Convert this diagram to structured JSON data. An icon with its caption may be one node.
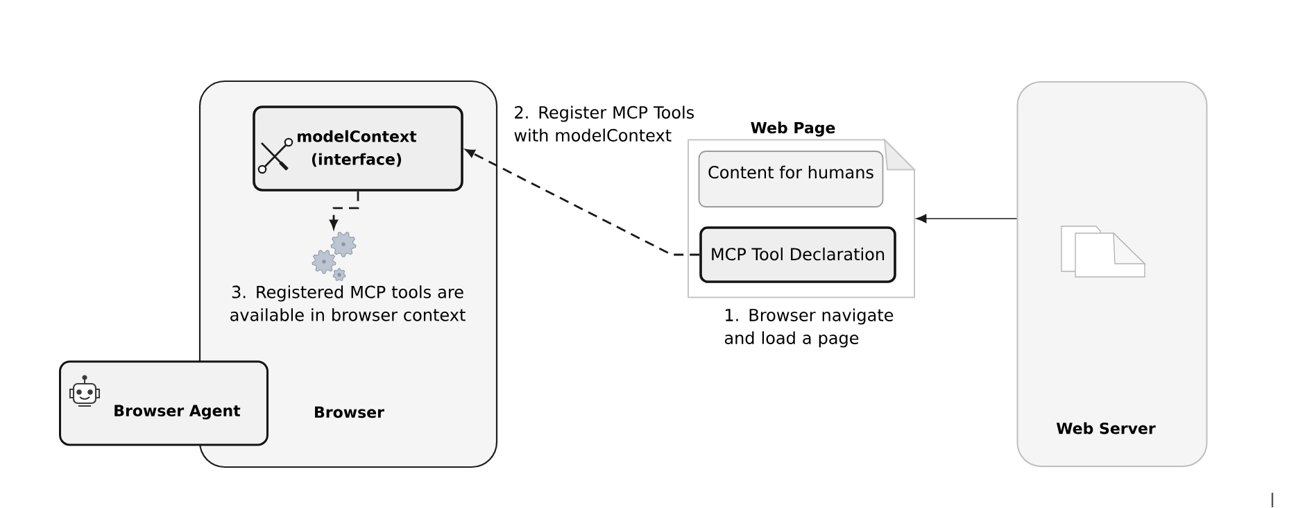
{
  "diagram": {
    "nodes": [
      {
        "text": [
          "Browser"
        ]
      },
      {
        "text": [
          "modelContext (interface)"
        ],
        "in": 0
      },
      {
        "text": [],
        "shape": "picture",
        "in": 0,
        "beside": [
          "3. Registered MCP tools are available in browser context"
        ]
      },
      {
        "text": [
          "Browser Agent"
        ]
      },
      {
        "text": [
          "Web Page"
        ],
        "beside": [
          "1. Browser navigate and load a page"
        ]
      },
      {
        "text": [
          "Content for humans"
        ],
        "in": 4
      },
      {
        "text": [
          "MCP Tool Declaration"
        ],
        "in": 4
      },
      {
        "text": [
          "Web Server"
        ]
      }
    ],
    "edges": [
      {
        "from": 6,
        "to": 1,
        "arrow": "to",
        "style": "dashed",
        "label": "2. Register MCP Tools with modelContext"
      },
      {
        "from": 1,
        "to": 2,
        "arrow": "to",
        "style": "dashed"
      },
      {
        "from": 7,
        "to": 4,
        "arrow": "to"
      }
    ]
  }
}
